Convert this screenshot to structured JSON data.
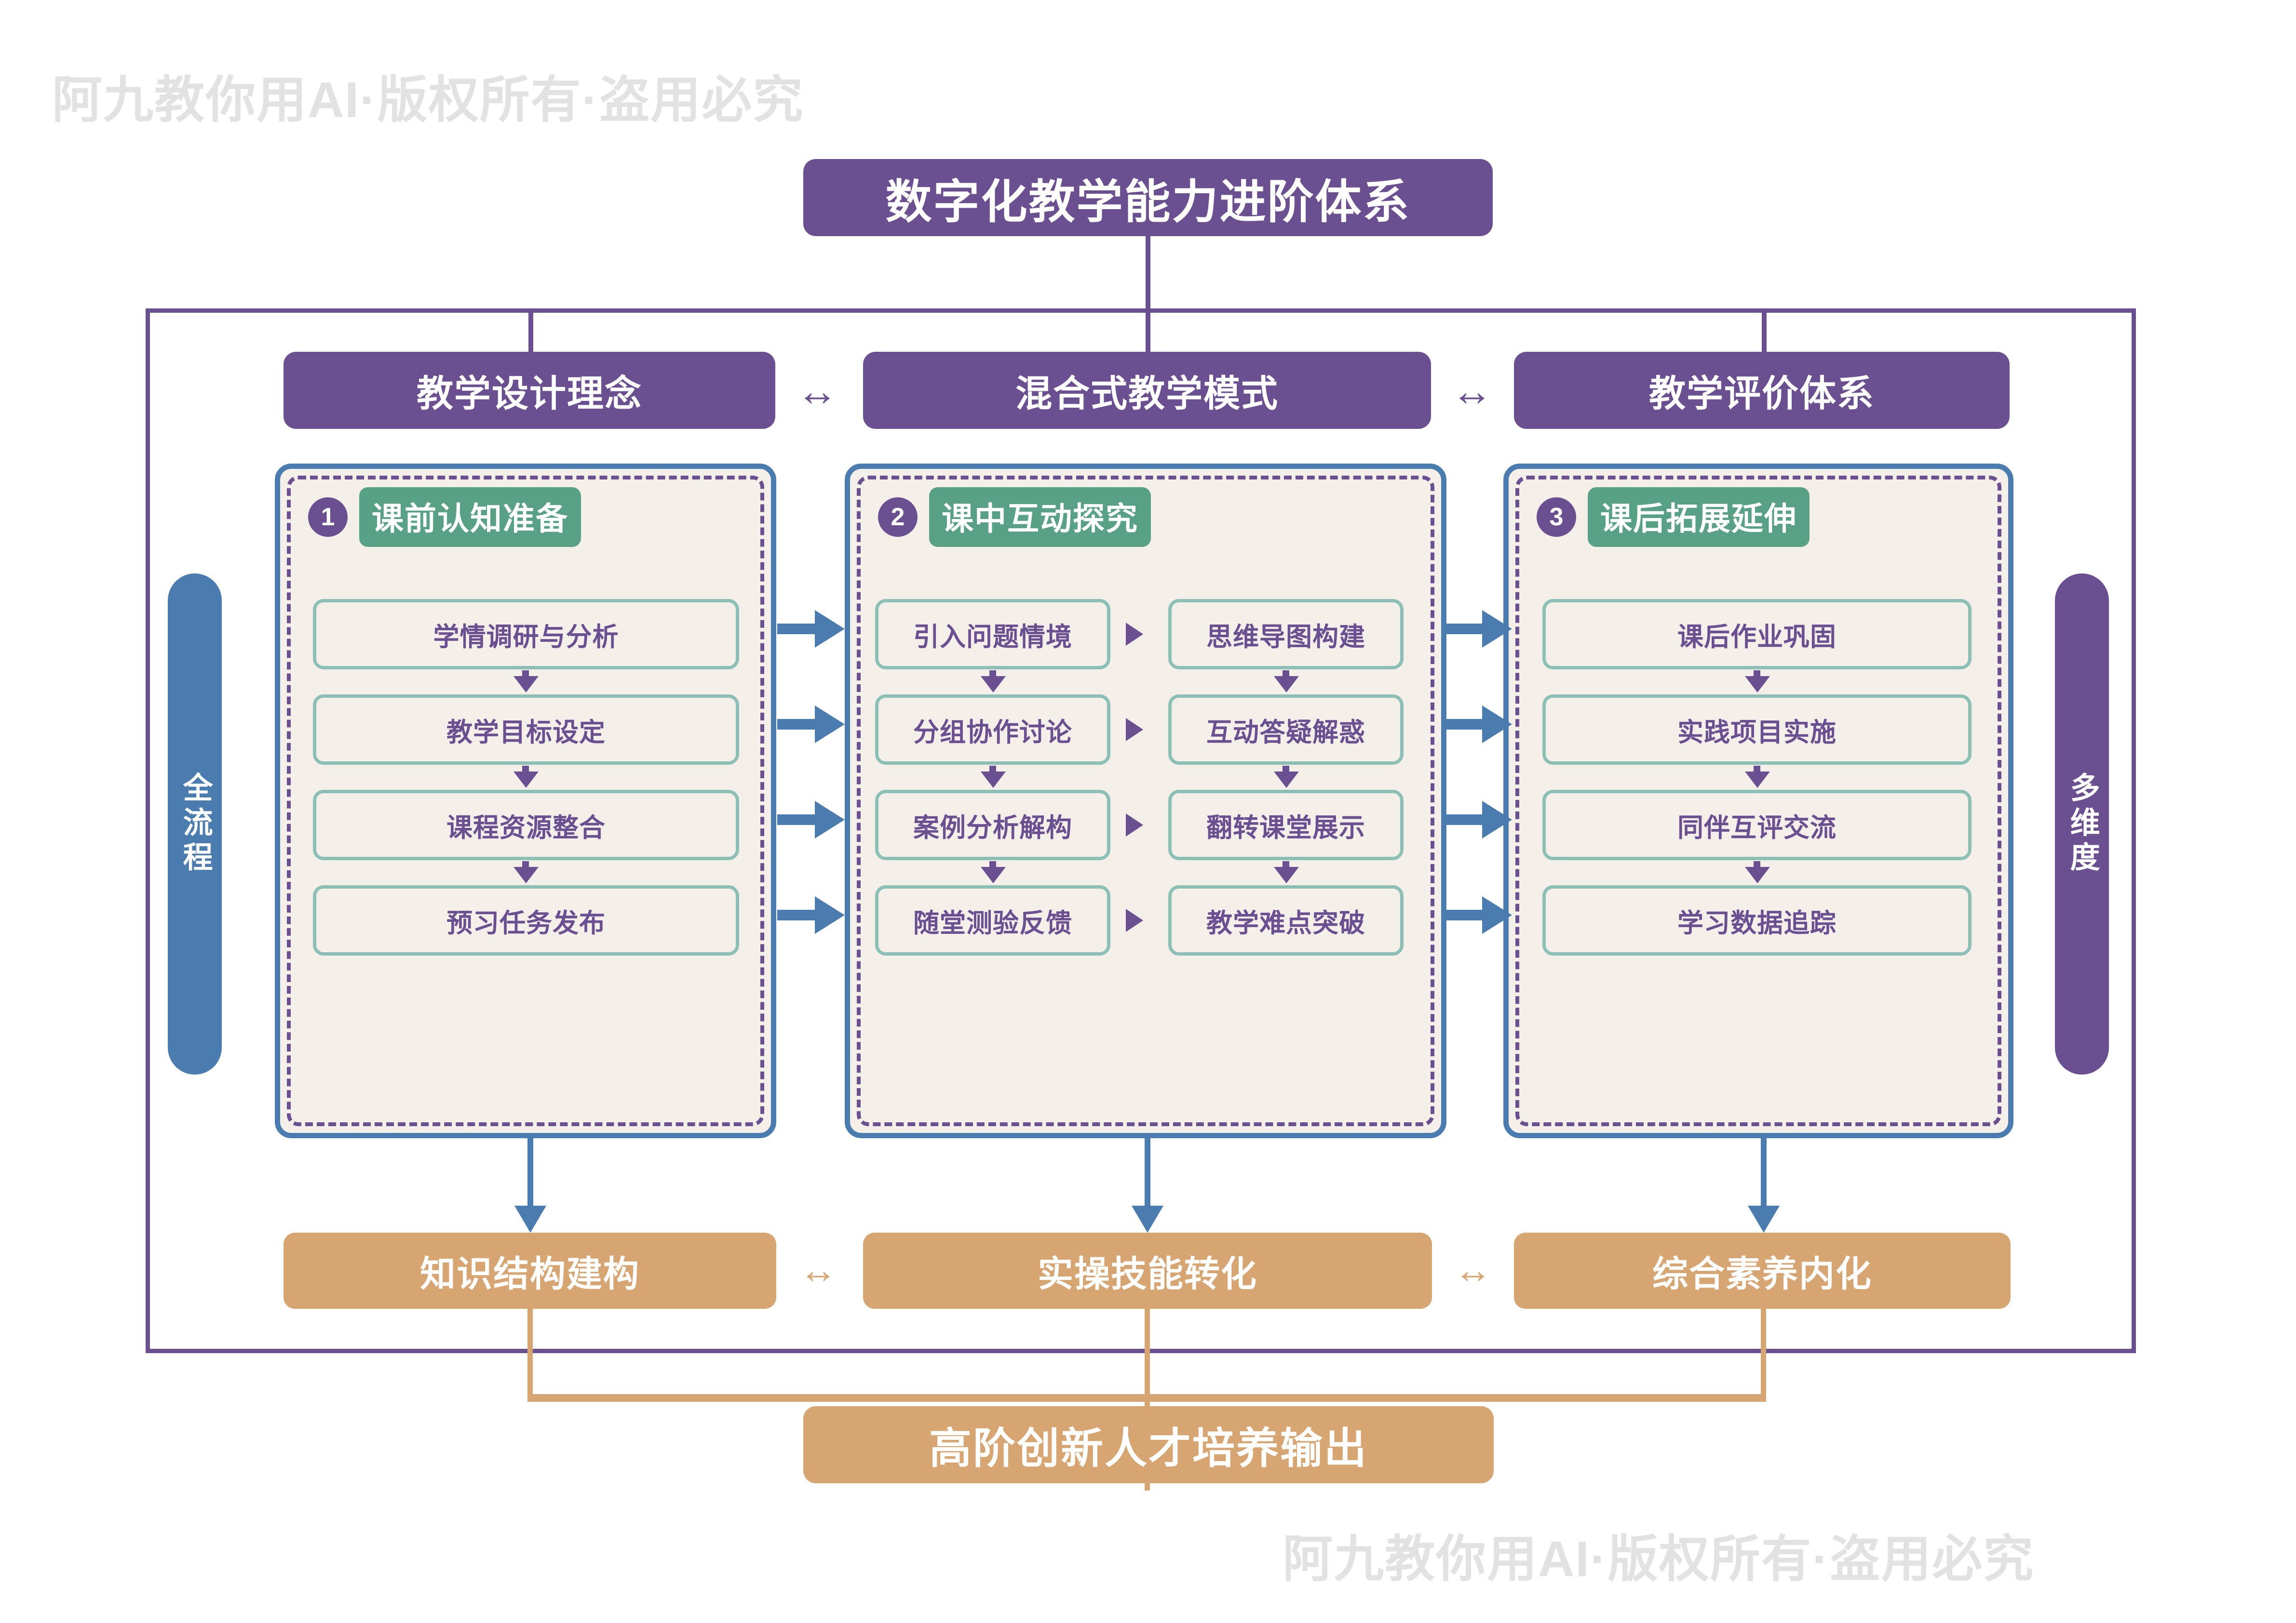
{
  "watermark": {
    "text": "阿九教你用AI·版权所有·盗用必究"
  },
  "title": "数字化教学能力进阶体系",
  "colors": {
    "purple": "#6B5091",
    "blue": "#4A7CAF",
    "green": "#59A186",
    "teal": "#8CC0B6",
    "tan": "#D7A572",
    "cream": "#F4EFE8"
  },
  "side_labels": {
    "left": "全流程",
    "right": "多维度"
  },
  "pillars": [
    {
      "header": "教学设计理念"
    },
    {
      "header": "混合式教学模式"
    },
    {
      "header": "教学评价体系"
    }
  ],
  "bidirectional_arrow": "↔",
  "stages": [
    {
      "number": "1",
      "title": "课前认知准备",
      "steps": [
        "学情调研与分析",
        "教学目标设定",
        "课程资源整合",
        "预习任务发布"
      ]
    },
    {
      "number": "2",
      "title": "课中互动探究",
      "steps_left": [
        "引入问题情境",
        "分组协作讨论",
        "案例分析解构",
        "随堂测验反馈"
      ],
      "steps_right": [
        "思维导图构建",
        "互动答疑解惑",
        "翻转课堂展示",
        "教学难点突破"
      ]
    },
    {
      "number": "3",
      "title": "课后拓展延伸",
      "steps": [
        "课后作业巩固",
        "实践项目实施",
        "同伴互评交流",
        "学习数据追踪"
      ]
    }
  ],
  "outcomes": [
    "知识结构建构",
    "实操技能转化",
    "综合素养内化"
  ],
  "final_output": "高阶创新人才培养输出"
}
